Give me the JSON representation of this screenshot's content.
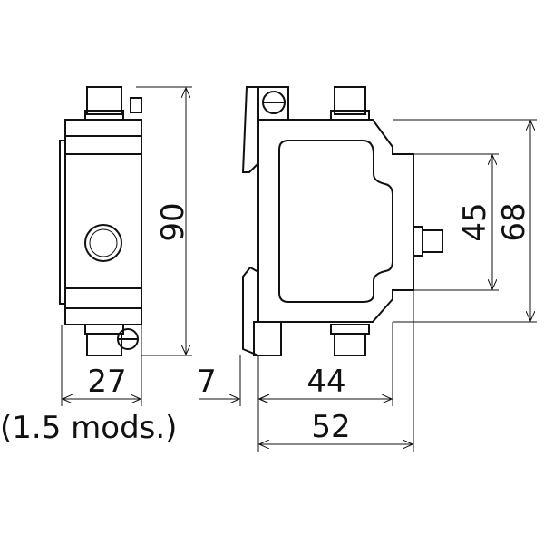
{
  "dimensions": {
    "height_total": "90",
    "width_side": "27",
    "modules": "(1.5 mods.)",
    "rail_offset": "7",
    "body_depth": "44",
    "total_depth": "52",
    "inner_height": "45",
    "body_height": "68"
  }
}
